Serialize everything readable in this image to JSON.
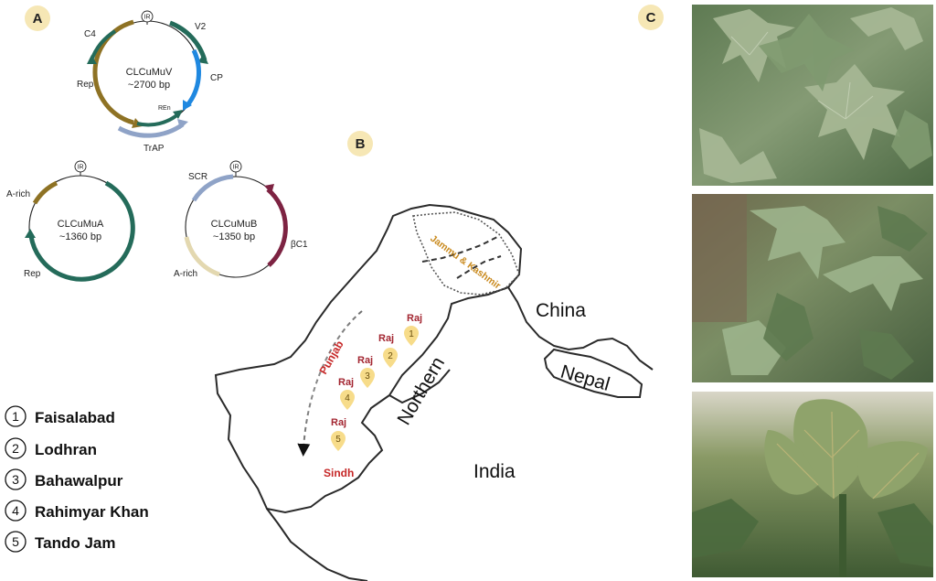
{
  "panels": {
    "a": "A",
    "b": "B",
    "c": "C"
  },
  "colors": {
    "panel_badge": "#f6e7b5",
    "olive": "#8e7224",
    "teal": "#246b5a",
    "blue": "#1f88e0",
    "steel": "#8fa3c7",
    "maroon": "#7d2342",
    "sand": "#e3d8b0",
    "pin": "#f7dc8a",
    "raj_text": "#a32631",
    "jk_text": "#c98a1e"
  },
  "plasmids": {
    "virus": {
      "title": "CLCuMuV",
      "size": "~2700 bp",
      "ir": "IR",
      "labels": {
        "c4": "C4",
        "v2": "V2",
        "cp": "CP",
        "rep": "Rep",
        "ren": "REn",
        "trap": "TrAP"
      }
    },
    "alpha": {
      "title": "CLCuMuA",
      "size": "~1360 bp",
      "ir": "IR",
      "labels": {
        "arich": "A-rich",
        "rep": "Rep"
      }
    },
    "beta": {
      "title": "CLCuMuB",
      "size": "~1350 bp",
      "ir": "IR",
      "labels": {
        "scr": "SCR",
        "bc1": "βC1",
        "arich": "A-rich"
      }
    }
  },
  "legend": [
    {
      "num": "1",
      "name": "Faisalabad"
    },
    {
      "num": "2",
      "name": "Lodhran"
    },
    {
      "num": "3",
      "name": "Bahawalpur"
    },
    {
      "num": "4",
      "name": "Rahimyar Khan"
    },
    {
      "num": "5",
      "name": "Tando Jam"
    }
  ],
  "map": {
    "regions": {
      "punjab": "Punjab",
      "sindh": "Sindh",
      "jk": "Jammu & Kashmir"
    },
    "countries": {
      "china": "China",
      "nepal": "Nepal",
      "northern": "Northern",
      "india": "India"
    },
    "sites": [
      {
        "label": "Raj",
        "num": "1"
      },
      {
        "label": "Raj",
        "num": "2"
      },
      {
        "label": "Raj",
        "num": "3"
      },
      {
        "label": "Raj",
        "num": "4"
      },
      {
        "label": "Raj",
        "num": "5"
      }
    ]
  },
  "photos": [
    {
      "name": "healthy-cotton-leaves"
    },
    {
      "name": "curled-cotton-leaves"
    },
    {
      "name": "cotton-leaf-enations"
    }
  ]
}
